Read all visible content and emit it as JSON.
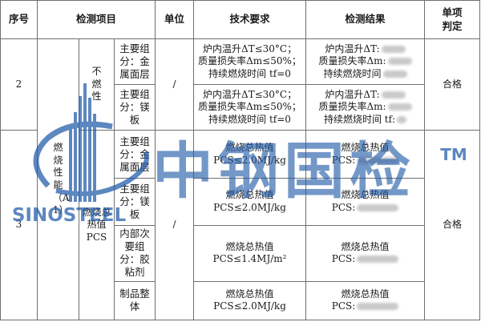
{
  "headers": {
    "seq": "序号",
    "item": "检测项目",
    "unit": "单位",
    "tech": "技术要求",
    "result": "检测结果",
    "judge": "单项\n判定"
  },
  "rows": {
    "row2": {
      "seq": "2",
      "property": "不燃性",
      "sub1_component": "主要组分：金属面层",
      "sub2_component": "主要组分：镁板",
      "unit": "/",
      "tech1": "炉内温升ΔT≤30°C；\n质量损失率Δm≤50%；\n持续燃烧时间 tf=0",
      "tech2": "炉内温升ΔT≤30°C；\n质量损失率Δm≤50%；\n持续燃烧时间 tf=0",
      "result_temp": "炉内温升ΔT:",
      "result_mass": "质量损失率Δm:",
      "result_time": "持续燃烧时间",
      "result_time_b": "持续燃烧时间 tf:",
      "judge": "合格"
    },
    "row3": {
      "seq": "3",
      "category": "燃烧性能（A1）",
      "property": "燃烧总热值\nPCS",
      "comp1": "主要组分：金属面层",
      "comp2": "主要组分：镁板",
      "comp3": "内部次要组分：胶粘剂",
      "comp4": "制品整体",
      "unit": "/",
      "tech1": "燃烧总热值\nPCS≤2.0MJ/kg",
      "tech2": "燃烧总热值\nPCS≤2.0MJ/kg",
      "tech3": "燃烧总热值\nPCS≤1.4MJ/m²",
      "tech4": "燃烧总热值\nPCS≤2.0MJ/kg",
      "result_heat": "燃烧总热值",
      "result_pcs": "PCS:",
      "judge": "合格"
    }
  },
  "watermark": {
    "cn": "中钢国检",
    "en": "SINOSTEEL",
    "tm": "TM",
    "color": "#1f5aa8"
  }
}
